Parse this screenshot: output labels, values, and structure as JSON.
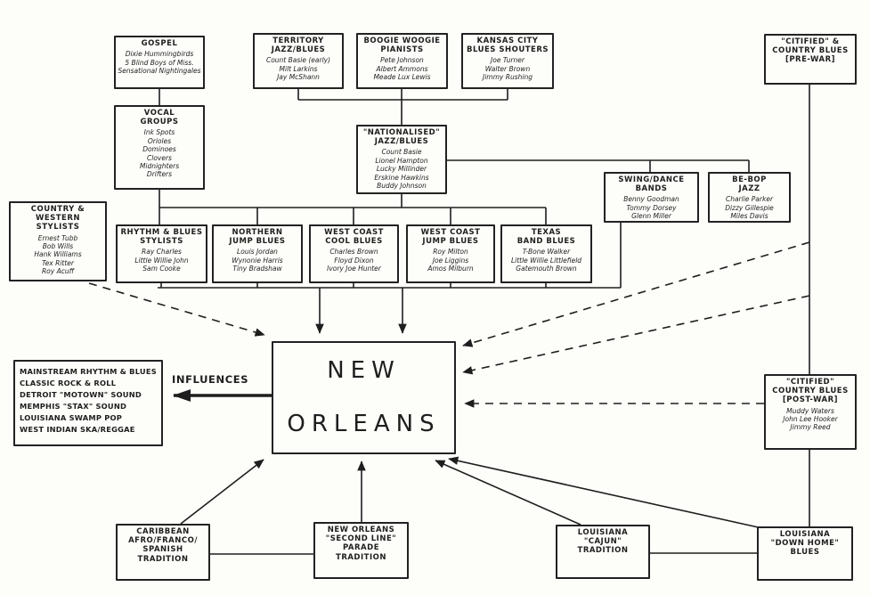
{
  "diagram_title": "Influences on New Orleans music (hand-drawn chart)",
  "ink_color": "#1e1e1e",
  "paper_color": "#fdfdfa",
  "labels": {
    "influences_arrow": "INFLUENCES"
  },
  "nodes": {
    "gospel": {
      "title": "GOSPEL",
      "members": [
        "Dixie Hummingbirds",
        "5 Blind Boys of Miss.",
        "Sensational Nightingales"
      ]
    },
    "territory": {
      "title": "TERRITORY\nJAZZ/BLUES",
      "members": [
        "Count Basie (early)",
        "Milt Larkins",
        "Jay McShann"
      ]
    },
    "boogie": {
      "title": "BOOGIE WOOGIE\nPIANISTS",
      "members": [
        "Pete Johnson",
        "Albert Ammons",
        "Meade Lux Lewis"
      ]
    },
    "kansas": {
      "title": "KANSAS CITY\nBLUES SHOUTERS",
      "members": [
        "Joe Turner",
        "Walter Brown",
        "Jimmy Rushing"
      ]
    },
    "citified_prewar": {
      "title": "\"CITIFIED\" &\nCOUNTRY BLUES\n[PRE-WAR]",
      "members": []
    },
    "vocal": {
      "title": "VOCAL\nGROUPS",
      "members": [
        "Ink Spots",
        "Orioles",
        "Dominoes",
        "Clovers",
        "Midnighters",
        "Drifters"
      ]
    },
    "nationalised": {
      "title": "\"NATIONALISED\"\nJAZZ/BLUES",
      "members": [
        "Count Basie",
        "Lionel Hampton",
        "Lucky Millinder",
        "Erskine Hawkins",
        "Buddy Johnson"
      ]
    },
    "swing": {
      "title": "SWING/DANCE\nBANDS",
      "members": [
        "Benny Goodman",
        "Tommy Dorsey",
        "Glenn Miller"
      ]
    },
    "bebop": {
      "title": "BE-BOP\nJAZZ",
      "members": [
        "Charlie Parker",
        "Dizzy Gillespie",
        "Miles Davis"
      ]
    },
    "country_western": {
      "title": "COUNTRY & WESTERN\nSTYLISTS",
      "members": [
        "Ernest Tubb",
        "Bob Wills",
        "Hank Williams",
        "Tex Ritter",
        "Roy Acuff"
      ]
    },
    "rnb": {
      "title": "RHYTHM & BLUES\nSTYLISTS",
      "members": [
        "Ray Charles",
        "Little Willie John",
        "Sam Cooke"
      ]
    },
    "northern": {
      "title": "NORTHERN\nJUMP BLUES",
      "members": [
        "Louis Jordan",
        "Wynonie Harris",
        "Tiny Bradshaw"
      ]
    },
    "wc_cool": {
      "title": "WEST COAST\nCOOL BLUES",
      "members": [
        "Charles Brown",
        "Floyd Dixon",
        "Ivory Joe Hunter"
      ]
    },
    "wc_jump": {
      "title": "WEST COAST\nJUMP BLUES",
      "members": [
        "Roy Milton",
        "Joe Liggins",
        "Amos Milburn"
      ]
    },
    "texas": {
      "title": "TEXAS\nBAND BLUES",
      "members": [
        "T-Bone Walker",
        "Little Willie Littlefield",
        "Gatemouth Brown"
      ]
    },
    "influences_list": {
      "lines": [
        "MAINSTREAM RHYTHM & BLUES",
        "CLASSIC ROCK & ROLL",
        "DETROIT \"MOTOWN\" SOUND",
        "MEMPHIS \"STAX\" SOUND",
        "LOUISIANA SWAMP POP",
        "WEST INDIAN SKA/REGGAE"
      ]
    },
    "new_orleans": {
      "title": "NEW\nORLEANS"
    },
    "citified_postwar": {
      "title": "\"CITIFIED\"\nCOUNTRY BLUES\n[POST-WAR]",
      "members": [
        "Muddy Waters",
        "John Lee Hooker",
        "Jimmy Reed"
      ]
    },
    "caribbean": {
      "title": "CARIBBEAN\nAFRO/FRANCO/\nSPANISH\nTRADITION",
      "members": []
    },
    "second_line": {
      "title": "NEW ORLEANS\n\"SECOND LINE\"\nPARADE\nTRADITION",
      "members": []
    },
    "cajun": {
      "title": "LOUISIANA\n\"CAJUN\"\nTRADITION",
      "members": []
    },
    "down_home": {
      "title": "LOUISIANA\n\"DOWN HOME\"\nBLUES",
      "members": []
    }
  }
}
